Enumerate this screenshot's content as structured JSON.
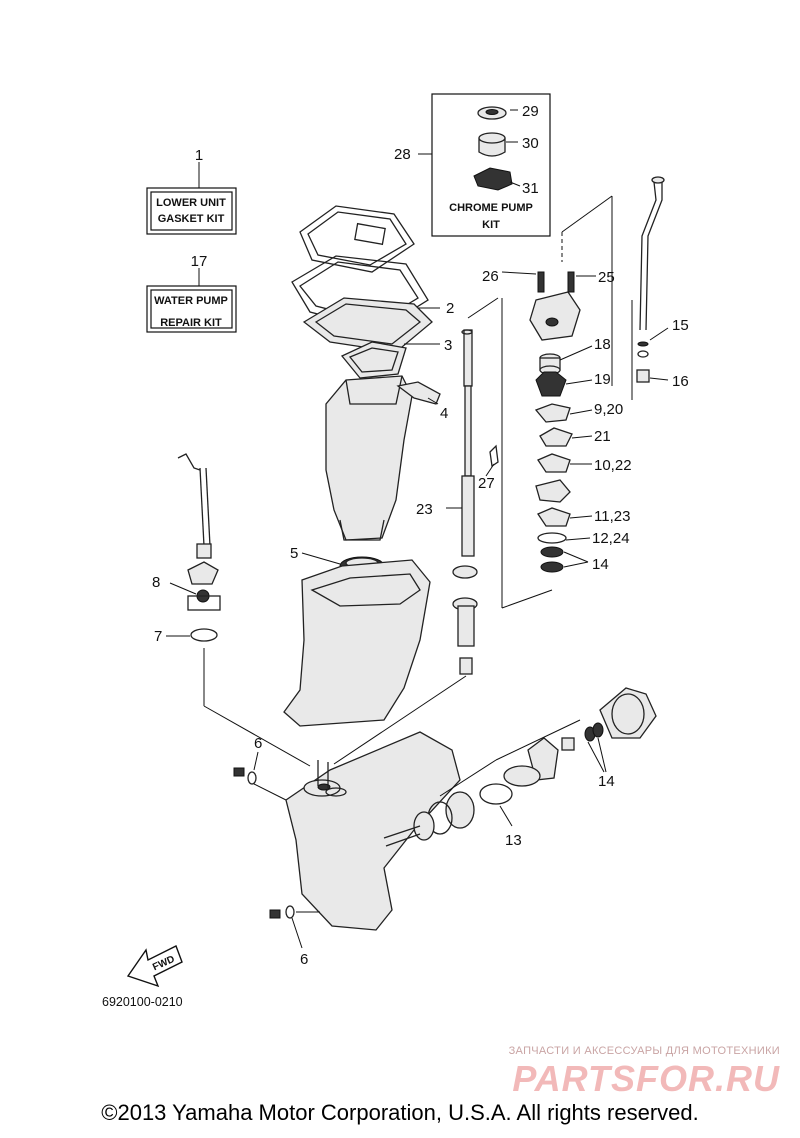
{
  "labels": {
    "l1": "1",
    "l2": "2",
    "l3": "3",
    "l4": "4",
    "l5": "5",
    "l6a": "6",
    "l6b": "6",
    "l7": "7",
    "l8": "8",
    "l13": "13",
    "l14a": "14",
    "l14b": "14",
    "l15": "15",
    "l16": "16",
    "l17": "17",
    "l18": "18",
    "l19": "19",
    "l920": "9,20",
    "l21": "21",
    "l1022": "10,22",
    "l1123": "11,23",
    "l1224": "12,24",
    "l23": "23",
    "l25": "25",
    "l26": "26",
    "l27": "27",
    "l28": "28",
    "l29": "29",
    "l30": "30",
    "l31": "31"
  },
  "kits": {
    "gasket_line1": "LOWER UNIT",
    "gasket_line2": "GASKET KIT",
    "water_line1": "WATER PUMP",
    "water_line2": "REPAIR KIT",
    "chrome_line1": "CHROME PUMP",
    "chrome_line2": "KIT"
  },
  "fwd_label": "FWD",
  "diagram_code": "6920100-0210",
  "watermark": {
    "caption": "ЗАПЧАСТИ И АКСЕССУАРЫ ДЛЯ МОТОТЕХНИКИ",
    "logo": "PARTSFOR.RU"
  },
  "copyright": "©2013 Yamaha Motor Corporation, U.S.A. All rights reserved."
}
